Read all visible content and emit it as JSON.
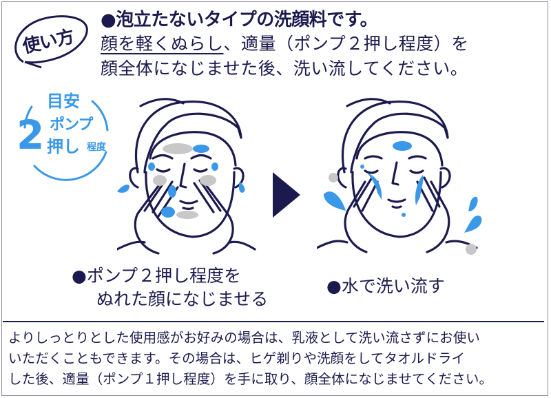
{
  "badge": {
    "label": "使い方"
  },
  "header": {
    "bullet": "●",
    "headline": "泡立たないタイプの洗顔料です。"
  },
  "intro": {
    "line1_underlined": "顔を軽くぬらし",
    "line1_rest": "、適量（ポンプ２押し程度）を",
    "line2": "顔全体になじませた後、洗い流してください。"
  },
  "guide": {
    "label_top": "目安",
    "label_pump": "ポンプ",
    "number": "2",
    "label_push": "押し",
    "label_degree": "程度",
    "color": "#3a98e8"
  },
  "steps": [
    {
      "bullet": "●",
      "line1": "ポンプ２押し程度を",
      "line2": "ぬれた顔になじませる"
    },
    {
      "bullet": "●",
      "line1": "水で洗い流す"
    }
  ],
  "note": {
    "lines": [
      "よりしっとりとした使用感がお好みの場合は、乳液として洗い流さずにお使い",
      "いただくこともできます。その場合は、ヒゲ剃りや洗顔をしてタオルドライ",
      "した後、適量（ポンプ１押し程度）を手に取り、顔全体になじませてください。"
    ]
  },
  "colors": {
    "navy": "#1b1a4e",
    "water_blue": "#3a98e8",
    "foam_gray": "#c8c8c8"
  }
}
